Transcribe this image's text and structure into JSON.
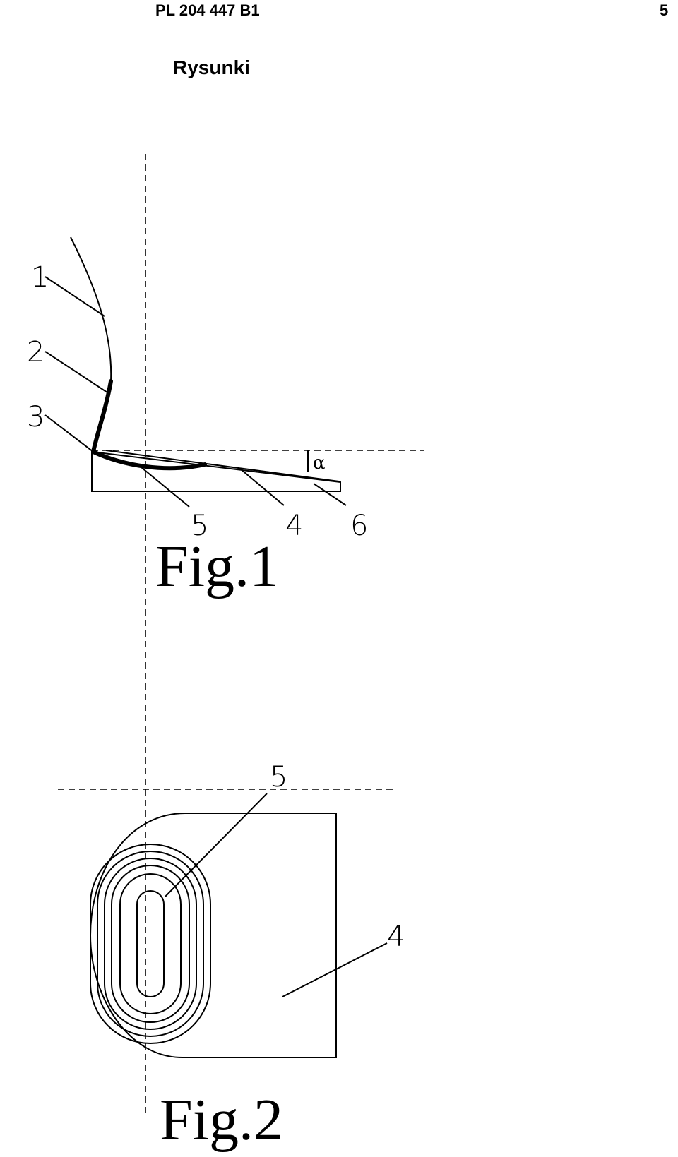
{
  "header": {
    "patent_number": "PL 204 447 B1",
    "page_number": "5"
  },
  "section_title": "Rysunki",
  "figure1": {
    "caption": "Fig.1",
    "labels": {
      "l1": "1",
      "l2": "2",
      "l3": "3",
      "l4": "4",
      "l5": "5",
      "l6": "6"
    },
    "angle_symbol": "α"
  },
  "figure2": {
    "caption": "Fig.2",
    "labels": {
      "l5": "5",
      "l4": "4"
    }
  }
}
